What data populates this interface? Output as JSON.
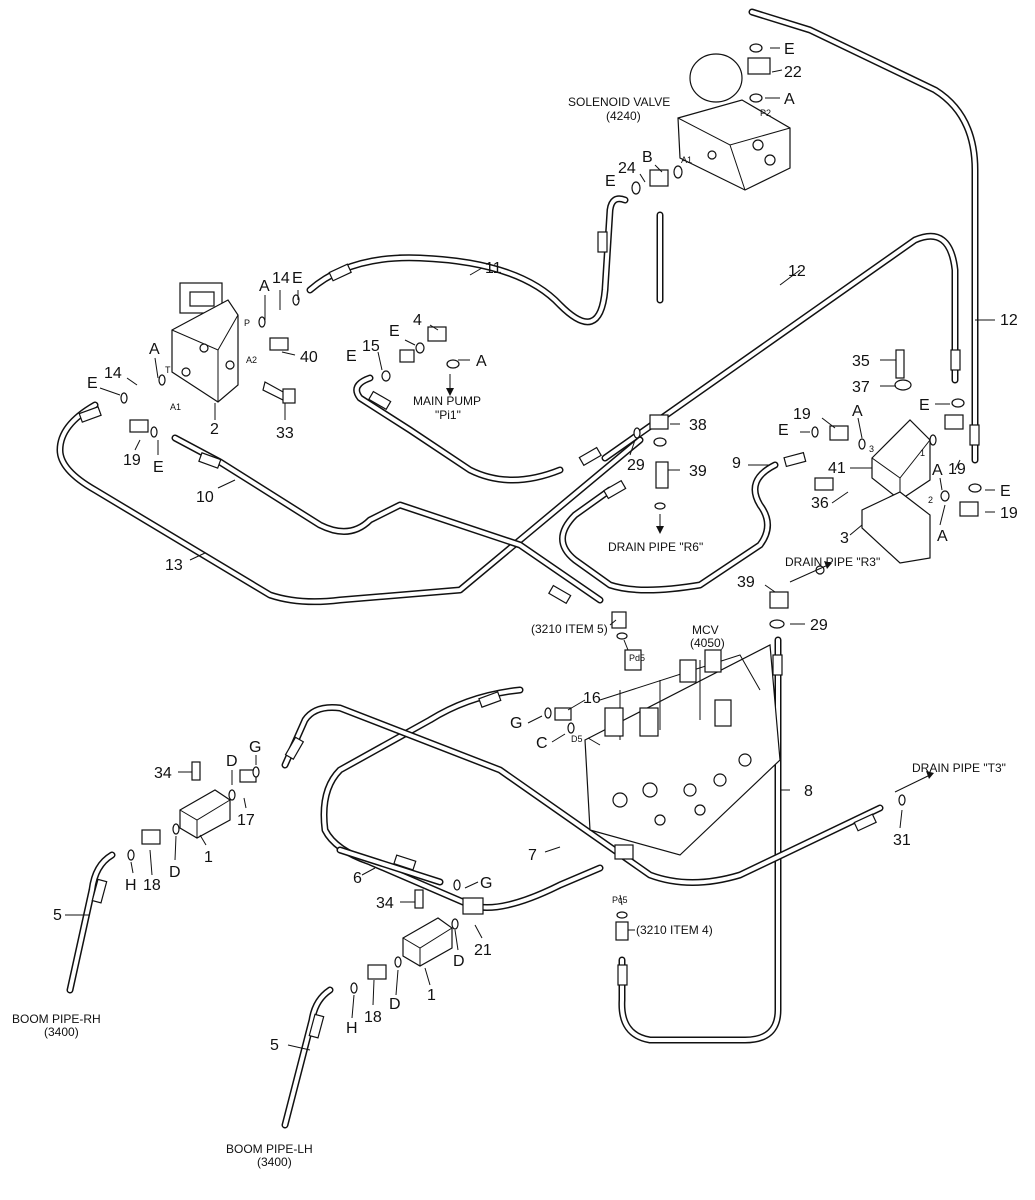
{
  "labels": {
    "solenoid_valve_title": "SOLENOID VALVE",
    "solenoid_valve_code": "(4240)",
    "mcv_title": "MCV",
    "mcv_code": "(4050)",
    "main_pump_line1": "MAIN PUMP",
    "main_pump_line2": "\"Pi1\"",
    "drain_r6": "DRAIN PIPE \"R6\"",
    "drain_r3": "DRAIN PIPE \"R3\"",
    "drain_t3": "DRAIN PIPE \"T3\"",
    "item5": "(3210 ITEM 5)",
    "item4": "(3210 ITEM 4)",
    "boom_rh_line1": "BOOM PIPE-RH",
    "boom_rh_line2": "(3400)",
    "boom_lh_line1": "BOOM PIPE-LH",
    "boom_lh_line2": "(3400)"
  },
  "ports": {
    "p2": "P2",
    "a1": "A1",
    "a2": "A2",
    "p": "P",
    "t": "T",
    "pd5": "Pd5",
    "d5": "D5",
    "pc5": "Pc5",
    "p1": "1",
    "p2n": "2",
    "p3": "3"
  },
  "callouts": {
    "e_top": "E",
    "n22": "22",
    "a_top": "A",
    "b": "B",
    "n24": "24",
    "e_sv": "E",
    "n11": "11",
    "n12": "12",
    "n12r": "12",
    "a_left": "A",
    "n14": "14",
    "e_left": "E",
    "n40": "40",
    "n33": "33",
    "n2": "2",
    "a_v": "A",
    "n14b": "14",
    "e_v": "E",
    "n19": "19",
    "e_19": "E",
    "n10": "10",
    "n13": "13",
    "e_mp": "E",
    "n15": "15",
    "e_mp2": "E",
    "n4": "4",
    "a_mp": "A",
    "n35": "35",
    "n37": "37",
    "e_r": "E",
    "n19r": "19",
    "a_r": "A",
    "e_r2": "E",
    "n38": "38",
    "n29": "29",
    "n39": "39",
    "n9": "9",
    "n41": "41",
    "n36": "36",
    "n3": "3",
    "a_r3": "A",
    "n19rr": "19",
    "e_rr": "E",
    "n19r3": "19",
    "a_r4": "A",
    "n39b": "39",
    "n29b": "29",
    "n16": "16",
    "g_m": "G",
    "c_m": "C",
    "n34a": "34",
    "d_a": "D",
    "g_a": "G",
    "n17": "17",
    "n1a": "1",
    "n18a": "18",
    "d_a2": "D",
    "h_a": "H",
    "n5a": "5",
    "n8": "8",
    "n7": "7",
    "n31": "31",
    "n6": "6",
    "g_b": "G",
    "n34b": "34",
    "n21": "21",
    "d_b": "D",
    "n1b": "1",
    "n18b": "18",
    "h_b": "H",
    "d_b2": "D",
    "n5b": "5"
  }
}
